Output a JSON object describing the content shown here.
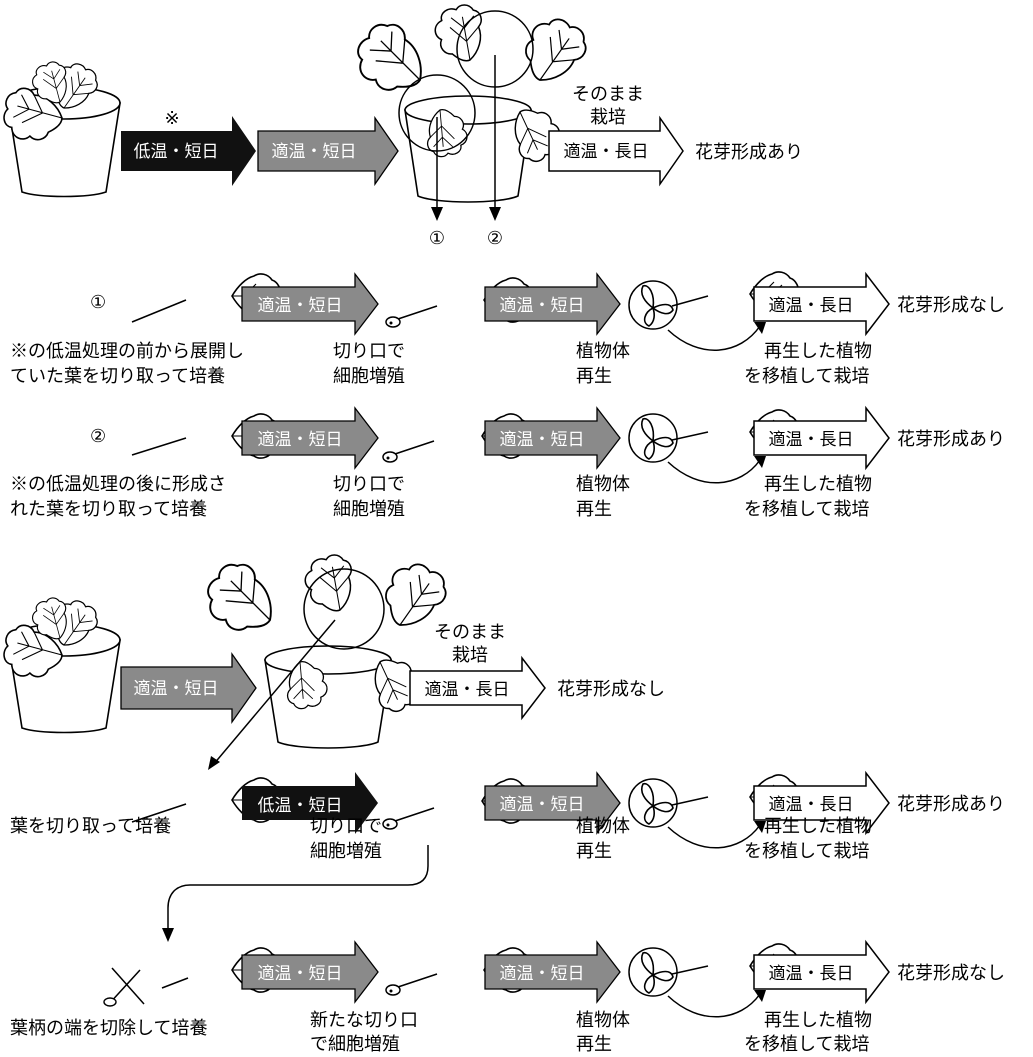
{
  "marks": {
    "asterisk": "※",
    "one": "①",
    "two": "②"
  },
  "arrows": {
    "cold_short": "低温・短日",
    "mild_short": "適温・短日",
    "mild_long": "適温・長日"
  },
  "results": {
    "flower_yes": "花芽形成あり",
    "flower_no": "花芽形成なし"
  },
  "labels": {
    "as_is_1": "そのまま",
    "as_is_2": "栽培",
    "cut_prolif_1": "切り口で",
    "cut_prolif_2": "細胞増殖",
    "regen_1": "植物体",
    "regen_2": "再生",
    "transplant_1": "再生した植物",
    "transplant_2": "を移植して栽培",
    "row1_desc_1": "※の低温処理の前から展開し",
    "row1_desc_2": "ていた葉を切り取って培養",
    "row2_desc_1": "※の低温処理の後に形成さ",
    "row2_desc_2": "れた葉を切り取って培養",
    "leaf_culture": "葉を切り取って培養",
    "petiole_cut": "葉柄の端を切除して培養",
    "new_cut_1": "新たな切り口",
    "new_cut_2": "で細胞増殖"
  }
}
